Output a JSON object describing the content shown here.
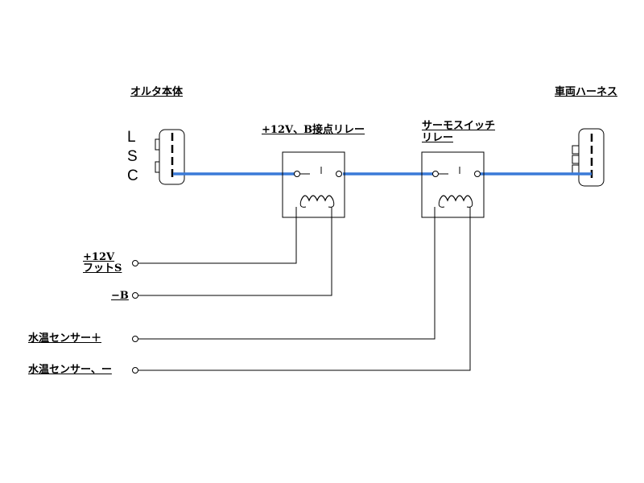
{
  "labels": {
    "alternator": "オルタ本体",
    "harness": "車両ハーネス",
    "relay1": "+12V、B接点リレー",
    "relay2_line1": "サーモスイッチ",
    "relay2_line2": "リレー",
    "foot_line1": "+12V",
    "foot_line2": "フットS",
    "ground": "−B",
    "water_plus": "水温センサー＋",
    "water_minus": "水温センサー、ー"
  },
  "pins": [
    "L",
    "S",
    "C"
  ],
  "colors": {
    "wire_blue": "#3a7ad8",
    "line": "#000000"
  }
}
